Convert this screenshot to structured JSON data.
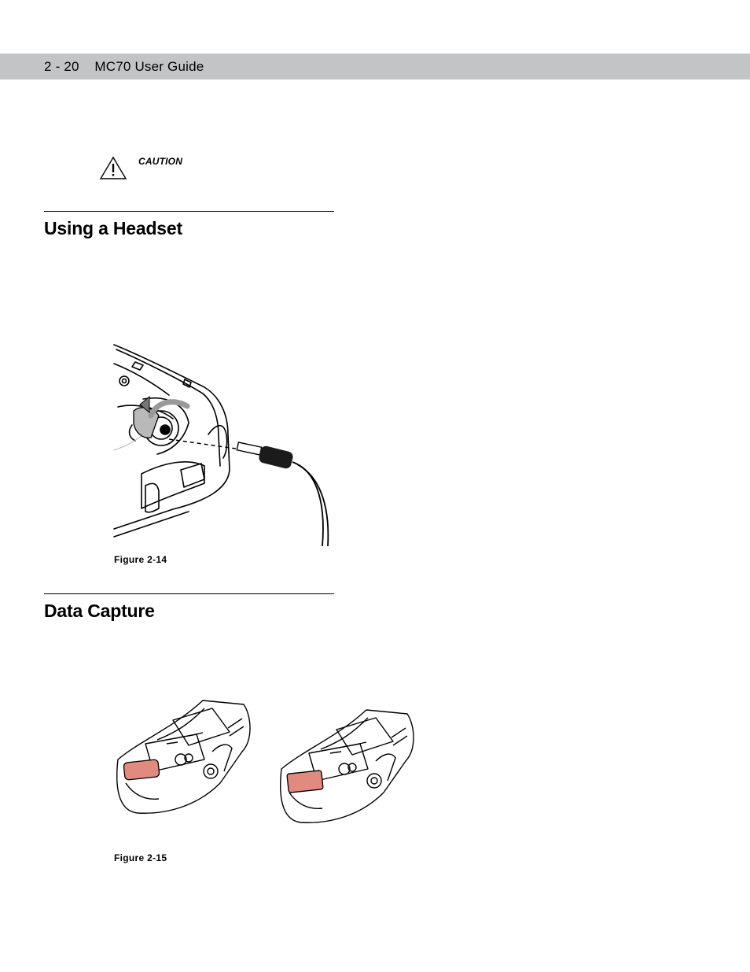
{
  "header": {
    "page_number": "2 - 20",
    "doc_title": "MC70 User Guide"
  },
  "caution": {
    "label": "CAUTION",
    "icon": "warning-triangle-icon"
  },
  "sections": [
    {
      "title": "Using a Headset",
      "figure_caption": "Figure 2-14"
    },
    {
      "title": "Data Capture",
      "figure_caption": "Figure 2-15"
    }
  ],
  "colors": {
    "header_bar": "#c3c4c6",
    "scan_window": "#e08a80"
  }
}
